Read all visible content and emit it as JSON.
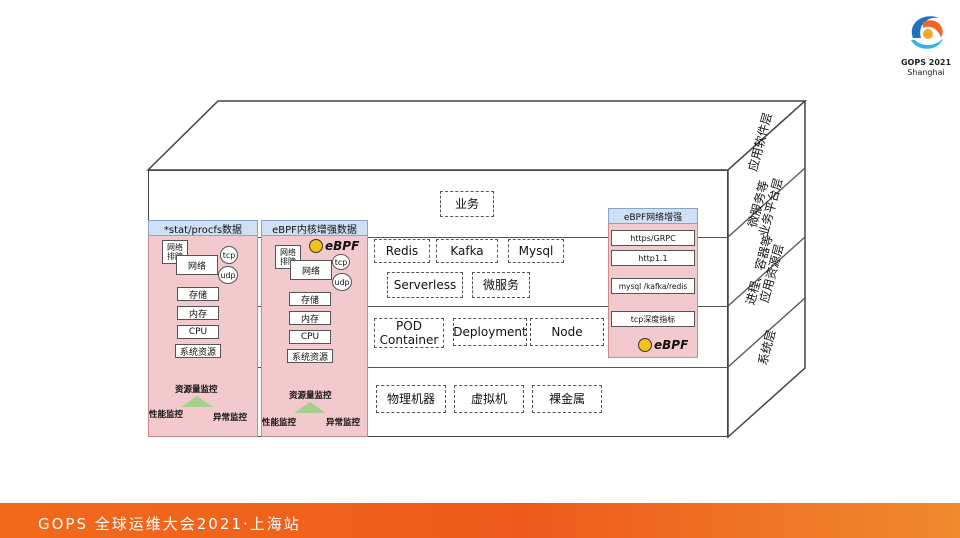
{
  "logo": {
    "icon": "gops-swirl-logo-icon",
    "line1": "GOPS 2021",
    "line2": "Shanghai",
    "colors": [
      "#1e73be",
      "#f26522",
      "#2fb4e9"
    ]
  },
  "layers": {
    "top_label": "应用软件层",
    "second_label_line1": "微服务等",
    "second_label_line2": "业务平台层",
    "third_label_line1": "进程、容器等",
    "third_label_line2": "应用资源层",
    "bottom_label": "系统层"
  },
  "app_layer": {
    "business": "业务"
  },
  "platform_layer": {
    "items": [
      "Redis",
      "Kafka",
      "Mysql",
      "Serverless",
      "微服务"
    ]
  },
  "resource_layer": {
    "pod_line1": "POD",
    "pod_line2": "Container",
    "deployment": "Deployment",
    "node": "Node"
  },
  "system_layer": {
    "items": [
      "物理机器",
      "虚拟机",
      "裸金属"
    ]
  },
  "left_panel": {
    "title": "*stat/procfs数据",
    "network_fault_line1": "网络",
    "network_fault_line2": "排障",
    "network": "网络",
    "tcp": "tcp",
    "udp": "udp",
    "storage": "存储",
    "memory": "内存",
    "cpu": "CPU",
    "system_resources": "系统资源",
    "resource_monitor": "资源量监控",
    "perf_monitor": "性能监控",
    "anomaly_monitor": "异常监控"
  },
  "mid_panel": {
    "title": "eBPF内核增强数据",
    "ebpf_logo_text": "eBPF",
    "network_fault_line1": "网络",
    "network_fault_line2": "排障",
    "network": "网络",
    "tcp": "tcp",
    "udp": "udp",
    "storage": "存储",
    "memory": "内存",
    "cpu": "CPU",
    "system_resources": "系统资源",
    "resource_monitor": "资源量监控",
    "perf_monitor": "性能监控",
    "anomaly_monitor": "异常监控"
  },
  "right_panel": {
    "title": "eBPF网络增强",
    "items": [
      "https/GRPC",
      "http1.1",
      "mysql /kafka/redis",
      "tcp深度指标"
    ],
    "ebpf_logo_text": "eBPF"
  },
  "footer": {
    "text": "GOPS 全球运维大会2021·上海站"
  }
}
